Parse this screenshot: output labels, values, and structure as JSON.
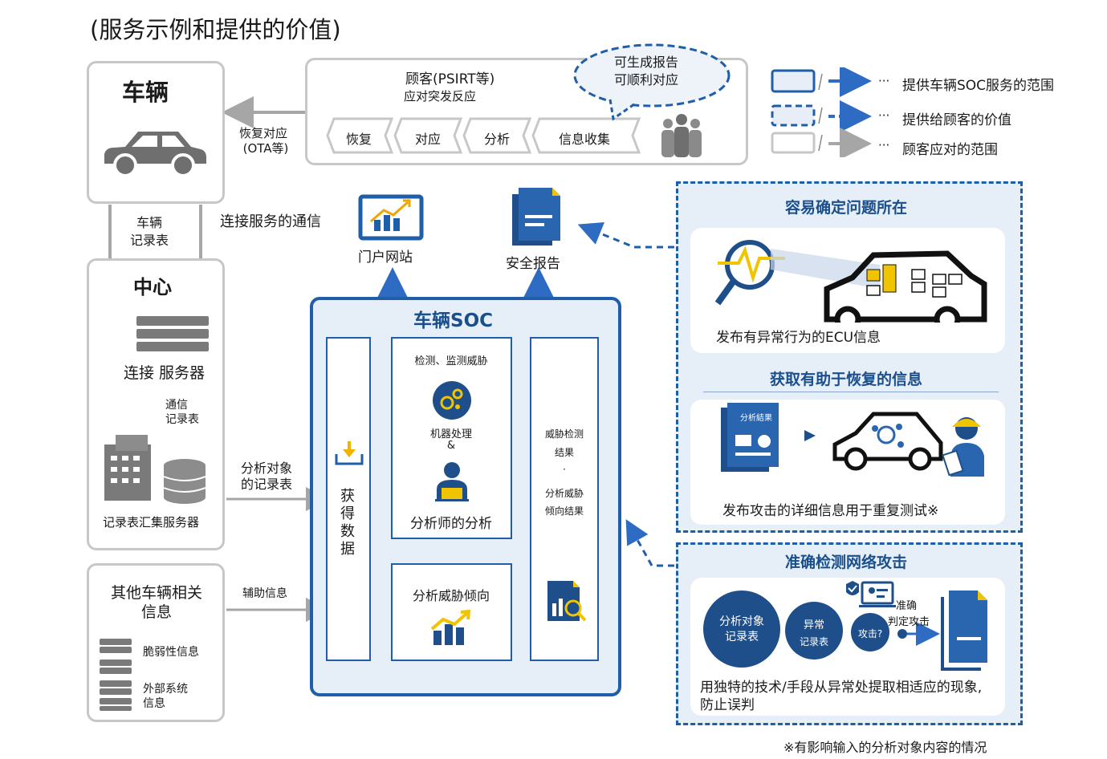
{
  "title": "(服务示例和提供的价值)",
  "vehicle": {
    "title": "车辆",
    "restore": "恢复对应",
    "ota": "(OTA等)",
    "log": [
      "车辆",
      "记录表"
    ],
    "comm": "连接服务的通信"
  },
  "customer": {
    "line1": "顾客(PSIRT等)",
    "line2": "应对突发反应",
    "steps": [
      "恢复",
      "对应",
      "分析",
      "信息收集"
    ],
    "bubble": [
      "可生成报告",
      "可顺利对应"
    ]
  },
  "legend": [
    {
      "text": "提供车辆SOC服务的范围",
      "dots": "···"
    },
    {
      "text": "提供给顾客的价值",
      "dots": "···"
    },
    {
      "text": "顾客应对的范围",
      "dots": "···"
    }
  ],
  "center": {
    "title": "中心",
    "server": "连接 服务器",
    "comm_log": [
      "通信",
      "记录表"
    ],
    "agg": "记录表汇集服务器",
    "target": [
      "分析对象",
      "的记录表"
    ]
  },
  "other": {
    "title": [
      "其他车辆相关",
      "信息"
    ],
    "aux": "辅助信息",
    "items": [
      "脆弱性信息",
      "外部系统",
      "信息"
    ]
  },
  "outputs": {
    "portal": "门户网站",
    "report": "安全报告"
  },
  "soc": {
    "title": "车辆SOC",
    "acquire": [
      "获",
      "得",
      "数",
      "据"
    ],
    "detect": "检测、监测威胁",
    "machine": "机器处理",
    "amp": "&",
    "analyst": "分析师的分析",
    "trend": "分析威胁倾向",
    "results": [
      "威胁检测",
      "结果",
      "·",
      "分析威胁",
      "倾向结果"
    ]
  },
  "value1": {
    "title": "容易确定问题所在",
    "caption": "发布有异常行为的ECU信息"
  },
  "value2": {
    "title": "获取有助于恢复的信息",
    "doc_label": "分析結果",
    "caption": "发布攻击的详细信息用于重复测试※"
  },
  "value3": {
    "title": "准确检测网络攻击",
    "c1": [
      "分析对象",
      "记录表"
    ],
    "c2": [
      "异常",
      "记录表"
    ],
    "c3": "攻击?",
    "judge": [
      "准确",
      "判定攻击"
    ],
    "caption": [
      "用独特的技术/手段从异常处提取相适应的现象,",
      "防止误判"
    ]
  },
  "footnote": "※有影响输入的分析对象内容的情况"
}
